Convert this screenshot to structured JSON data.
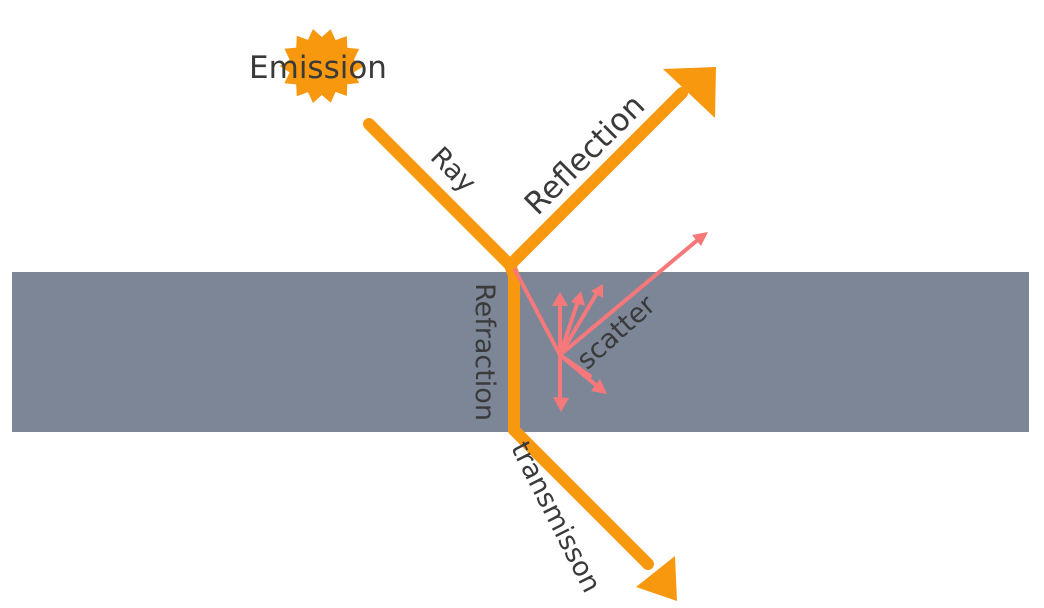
{
  "labels": {
    "emission": "Emission",
    "ray": "Ray",
    "reflection": "Reflection",
    "refraction": "Refraction",
    "scatter": "scatter",
    "transmission": "transmisson"
  },
  "colors": {
    "ray": "#f7980f",
    "scatter": "#f7787a",
    "medium": "#7d8697",
    "text": "#3a3a3a",
    "background": "#ffffff"
  }
}
